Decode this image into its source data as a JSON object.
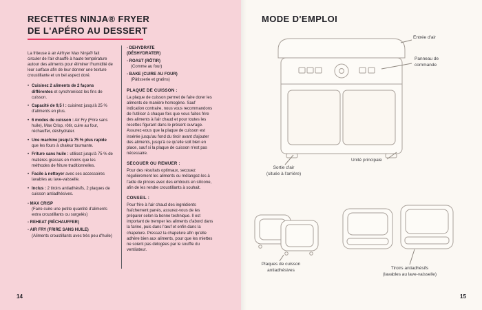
{
  "colors": {
    "left_bg": "#f7d3d9",
    "right_bg": "#fbf8f3",
    "accent": "#e8365f",
    "ink": "#1e1e24"
  },
  "left": {
    "page_number": "14",
    "title": "RECETTES NINJA® FRYER\nDE L'APÉRO AU DESSERT",
    "intro": "La friteuse à air Airfryer Max Ninja® fait circuler de l'air chauffé à haute température autour des aliments pour éliminer l'humidité de leur surface afin de leur donner une texture croustillante et un bel aspect doré.",
    "bullets": [
      {
        "bold": "Cuisinez 2 aliments de 2 façons différentes",
        "rest": " et synchronisez les fins de cuisson."
      },
      {
        "bold": "Capacité de 9,5 l :",
        "rest": " cuisinez jusqu'à 25 % d'aliments en plus."
      },
      {
        "bold": "6 modes de cuisson :",
        "rest": " Air Fry (Frire sans huile), Max Crisp, rôtir, cuire au four, réchauffer, déshydrater."
      },
      {
        "bold": "Une machine jusqu'à 75 % plus rapide",
        "rest": " que les fours à chaleur tournante."
      },
      {
        "bold": "Friture sans huile :",
        "rest": " utilisez jusqu'à 75 % de matières grasses en moins que les méthodes de friture traditionnelles."
      },
      {
        "bold": "Facile à nettoyer",
        "rest": " avec ses accessoires lavables au lave-vaisselle."
      },
      {
        "bold": "Inclus :",
        "rest": " 2 tiroirs antiadhésifs, 2 plaques de cuisson antiadhésives."
      }
    ],
    "modes_col1": [
      {
        "name": "- MAX CRISP",
        "desc": "(Faire cuire une petite quantité d'aliments extra croustillants ou surgelés)"
      },
      {
        "name": "- REHEAT (RÉCHAUFFER)",
        "desc": ""
      },
      {
        "name": "- AIR FRY (FRIRE SANS HUILE)",
        "desc": "(Aliments croustillants avec très peu d'huile)"
      }
    ],
    "modes_col2": [
      {
        "name": "- DEHYDRATE\n(DÉSHYDRATER)",
        "desc": ""
      },
      {
        "name": "- ROAST (RÔTIR)",
        "desc": "(Comme au four)"
      },
      {
        "name": "- BAKE (CUIRE AU FOUR)",
        "desc": "(Pâtisserie et gratins)"
      }
    ],
    "sections": [
      {
        "heading": "PLAQUE DE CUISSON :",
        "body": "La plaque de cuisson permet de faire dorer les aliments de manière homogène. Sauf indication contraire, nous vous recommandons de l'utiliser à chaque fois que vous faites frire des aliments à l'air chaud et pour toutes les recettes figurant dans le présent ouvrage. Assurez-vous que la plaque de cuisson est insérée jusqu'au fond du tiroir avant d'ajouter des aliments, jusqu'à ce qu'elle soit bien en place, sauf si la plaque de cuisson n'est pas nécessaire."
      },
      {
        "heading": "SECOUER OU REMUER :",
        "body": "Pour des résultats optimaux, secouez régulièrement les aliments ou mélangez-les à l'aide de pinces avec des embouts en silicone, afin de les rendre croustillants à souhait."
      },
      {
        "heading": "CONSEIL :",
        "body": "Pour frire à l'air chaud des ingrédients fraîchement panés, assurez-vous de les préparer selon la bonne technique. Il est important de tremper les aliments d'abord dans la farine, puis dans l'œuf et enfin dans la chapelure. Pressez la chapelure afin qu'elle adhère bien aux aliments, pour que les miettes ne soient pas délogées par le souffle du ventilateur."
      }
    ]
  },
  "right": {
    "page_number": "15",
    "title": "MODE D'EMPLOI",
    "labels": {
      "air_inlet": "Entrée d'air",
      "control_panel": "Panneau de\ncommande",
      "air_outlet": "Sortie d'air\n(située à l'arrière)",
      "main_unit": "Unité principale",
      "crisper_plates": "Plaques de cuisson\nantiadhésives",
      "drawers": "Tiroirs antiadhésifs\n(lavables au lave-vaisselle)"
    }
  }
}
